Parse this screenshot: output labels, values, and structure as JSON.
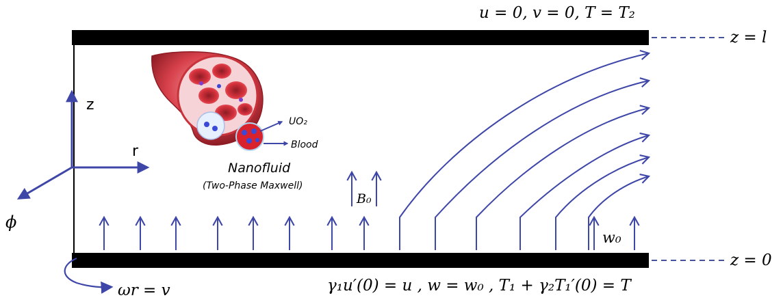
{
  "top_condition": "u = 0, v = 0, T = T₂",
  "top_line_label": "z = l",
  "bottom_line_label": "z = 0",
  "bottom_condition": "γ₁u′(0) = u , w = w₀ , T₁ + γ₂T₁′(0) = T",
  "axes": {
    "z": "z",
    "r": "r",
    "phi": "ϕ",
    "rotation": "ωr = v"
  },
  "inset": {
    "particle_label": "UO₂",
    "fluid_label": "Blood",
    "title": "Nanofluid",
    "subtitle": "(Two-Phase Maxwell)"
  },
  "magnetic_label": "B₀",
  "injection_label": "w₀",
  "colors": {
    "plate": "#000000",
    "arrow": "#3e46a8",
    "dash": "#2d3a8c",
    "vessel": "#c8323a",
    "vessel_dark": "#8e1c24",
    "nanoparticle": "#3a49d6"
  }
}
